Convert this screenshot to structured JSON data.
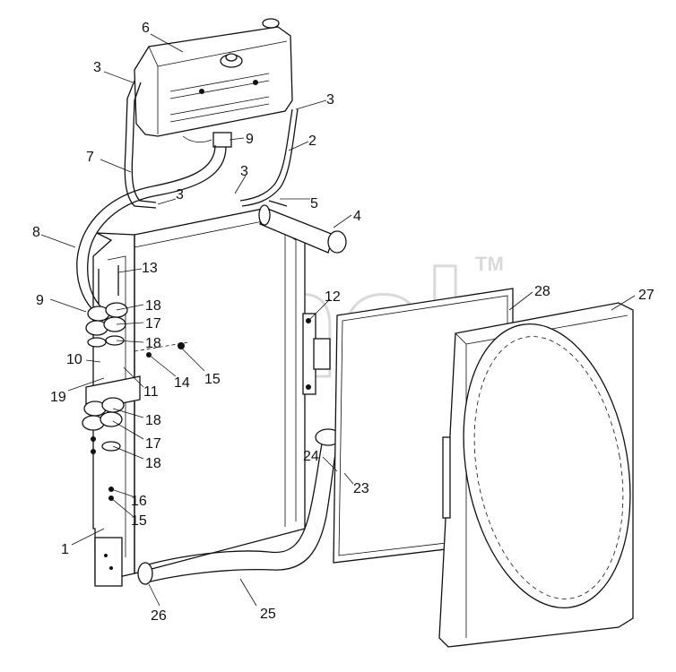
{
  "watermark": {
    "text": "anсb",
    "mark": "TM"
  },
  "callouts": {
    "c1": "1",
    "c2": "2",
    "c3a": "3",
    "c3b": "3",
    "c3c": "3",
    "c3d": "3",
    "c4": "4",
    "c5": "5",
    "c6": "6",
    "c7": "7",
    "c8": "8",
    "c9a": "9",
    "c9b": "9",
    "c10": "10",
    "c11": "11",
    "c12": "12",
    "c13": "13",
    "c14": "14",
    "c15a": "15",
    "c15b": "15",
    "c16": "16",
    "c17a": "17",
    "c17b": "17",
    "c18a": "18",
    "c18b": "18",
    "c18c": "18",
    "c18d": "18",
    "c19": "19",
    "c23": "23",
    "c24": "24",
    "c25": "25",
    "c26": "26",
    "c27": "27",
    "c28": "28"
  }
}
